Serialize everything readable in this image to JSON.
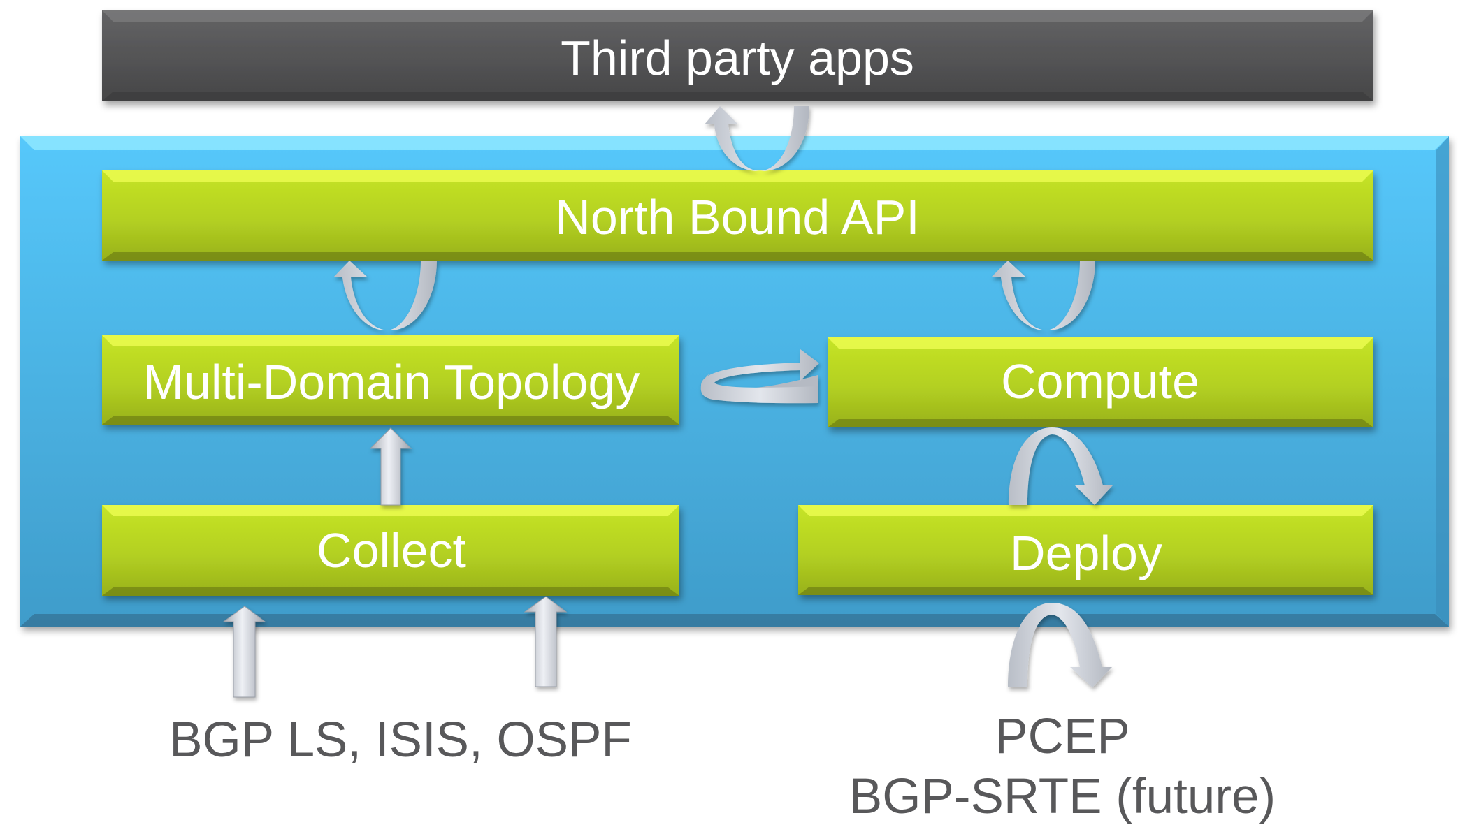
{
  "diagram": {
    "external_top": {
      "label": "Third party apps"
    },
    "platform": {
      "north_bound_api": {
        "label": "North Bound API"
      },
      "multi_domain_topology": {
        "label": "Multi-Domain Topology"
      },
      "compute": {
        "label": "Compute"
      },
      "collect": {
        "label": "Collect"
      },
      "deploy": {
        "label": "Deploy"
      }
    },
    "inputs": {
      "label": "BGP LS, ISIS, OSPF"
    },
    "outputs": {
      "lines": [
        "PCEP",
        "BGP-SRTE (future)"
      ]
    },
    "connections": [
      {
        "from": "north_bound_api",
        "to": "third_party_apps",
        "style": "u-turn-arrow"
      },
      {
        "from": "multi_domain_topology",
        "to": "north_bound_api",
        "style": "u-turn-arrow"
      },
      {
        "from": "compute",
        "to": "north_bound_api",
        "style": "u-turn-arrow"
      },
      {
        "from": "multi_domain_topology",
        "to": "compute",
        "style": "loop-arrow"
      },
      {
        "from": "collect",
        "to": "multi_domain_topology",
        "style": "straight-arrow"
      },
      {
        "from": "compute",
        "to": "deploy",
        "style": "arch-arrow"
      },
      {
        "from": "inputs",
        "to": "collect",
        "style": "straight-arrow"
      },
      {
        "from": "deploy",
        "to": "outputs",
        "style": "arch-arrow"
      }
    ],
    "colors": {
      "dark_box": "#565658",
      "platform_blue": "#4fbdf0",
      "module_green": "#b4d322",
      "arrow_gray": "#c3c7cf",
      "caption_text": "#58585a"
    }
  }
}
